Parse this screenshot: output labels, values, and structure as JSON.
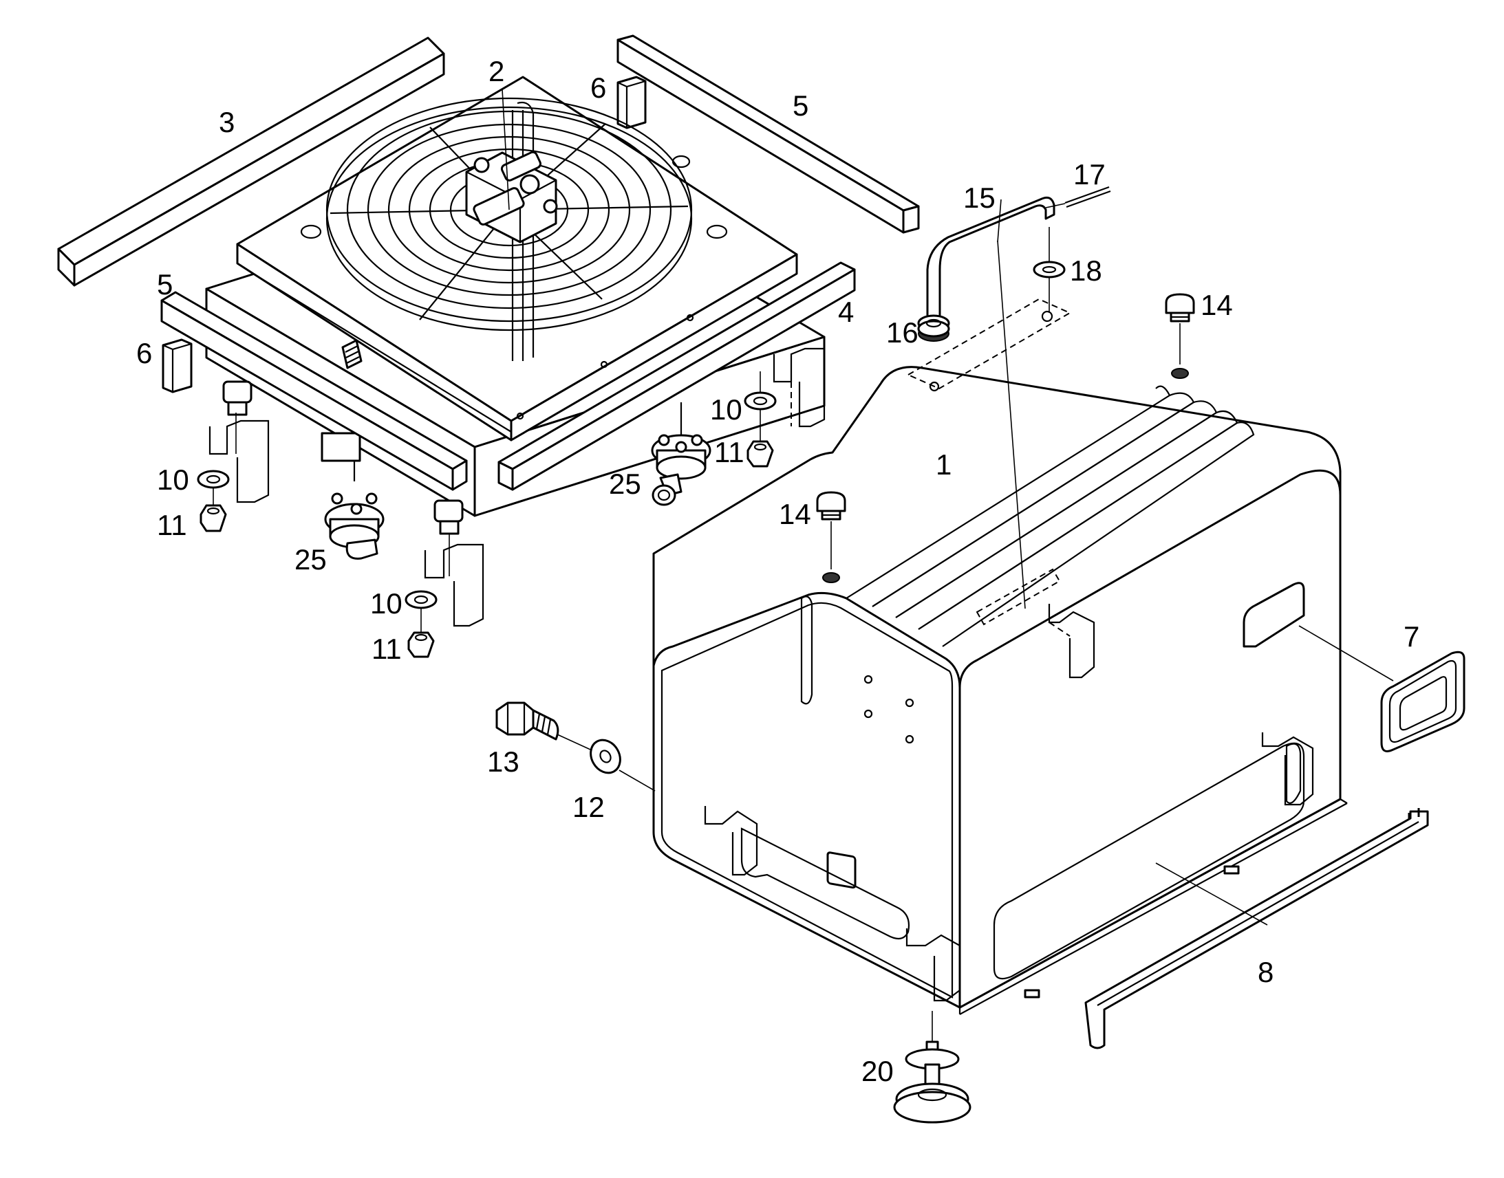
{
  "callouts": {
    "c1": "1",
    "c2": "2",
    "c3": "3",
    "c4": "4",
    "c5a": "5",
    "c5b": "5",
    "c6a": "6",
    "c6b": "6",
    "c7": "7",
    "c8": "8",
    "c10a": "10",
    "c10b": "10",
    "c10c": "10",
    "c11a": "11",
    "c11b": "11",
    "c11c": "11",
    "c12": "12",
    "c13": "13",
    "c14a": "14",
    "c14b": "14",
    "c15": "15",
    "c16": "16",
    "c17": "17",
    "c18": "18",
    "c20": "20",
    "c25a": "25",
    "c25b": "25"
  },
  "colors": {
    "line": "#000000",
    "background": "#ffffff"
  }
}
